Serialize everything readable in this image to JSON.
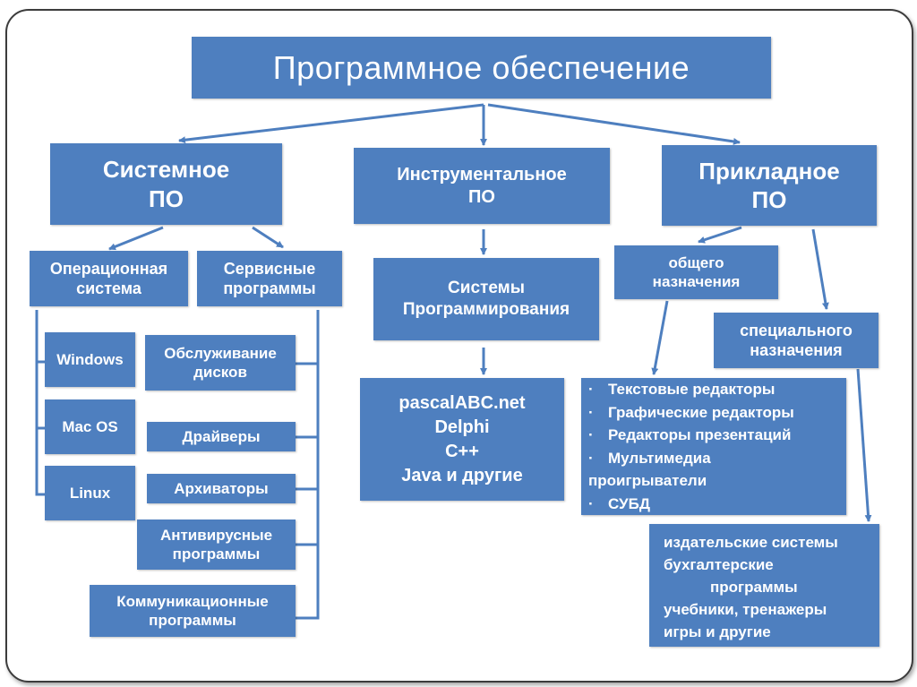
{
  "title": "Программное обеспечение",
  "categories": {
    "system": "Системное\nПО",
    "tools": "Инструментальное\nПО",
    "applied": "Прикладное\nПО"
  },
  "system": {
    "os": {
      "label": "Операционная\nсистема",
      "items": [
        "Windows",
        "Mac OS",
        "Linux"
      ]
    },
    "service": {
      "label": "Сервисные\nпрограммы",
      "items": [
        "Обслуживание\nдисков",
        "Драйверы",
        "Архиваторы",
        "Антивирусные\nпрограммы",
        "Коммуникационные\nпрограммы"
      ]
    }
  },
  "tools": {
    "systems": "Системы\nПрограммирования",
    "examples": "pascalABC.net\nDelphi\nC++\nJava  и другие"
  },
  "applied": {
    "general": {
      "label": "общего\nназначения",
      "bullet": "·",
      "items": [
        "Текстовые редакторы",
        "Графические редакторы",
        "Редакторы презентаций",
        "Мультимедиа",
        "проигрыватели",
        "СУБД"
      ]
    },
    "special": {
      "label": "специального\nназначения",
      "items": [
        "издательские системы",
        "бухгалтерские",
        "программы",
        "учебники, тренажеры",
        "игры и другие"
      ]
    }
  },
  "colors": {
    "box": "#4e7fbf",
    "line": "#4e7fbf",
    "text": "#ffffff",
    "border": "#3c3c3c"
  }
}
